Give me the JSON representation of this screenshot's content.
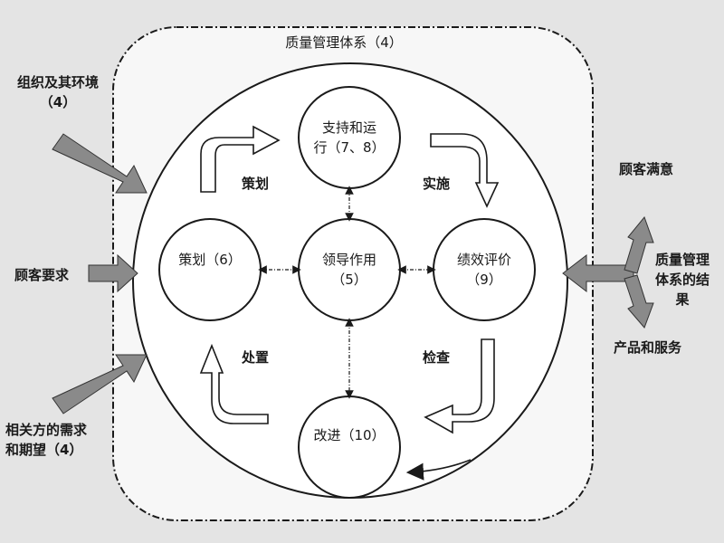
{
  "system_title": "质量管理体系（4）",
  "inputs": {
    "org_context": [
      "组织及其环境",
      "（4）"
    ],
    "customer_req": "顾客要求",
    "interested_parties": [
      "相关方的需求",
      "和期望（4）"
    ]
  },
  "outputs": {
    "satisfaction": "顾客满意",
    "results": [
      "质量管理",
      "体系的结",
      "果"
    ],
    "products": "产品和服务"
  },
  "nodes": {
    "top": [
      "支持和运",
      "行（7、8）"
    ],
    "left": "策划（6）",
    "center": [
      "领导作用",
      "（5）"
    ],
    "right": [
      "绩效评价",
      "（9）"
    ],
    "bottom": "改进（10）"
  },
  "cycle": {
    "plan": "策划",
    "do": "实施",
    "check": "检查",
    "act": "处置"
  },
  "colors": {
    "background": "#e4e4e4",
    "panel": "#f7f7f7",
    "circle_fill": "#ffffff",
    "stroke": "#1a1a1a",
    "arrow_fill": "#8a8a8a"
  }
}
